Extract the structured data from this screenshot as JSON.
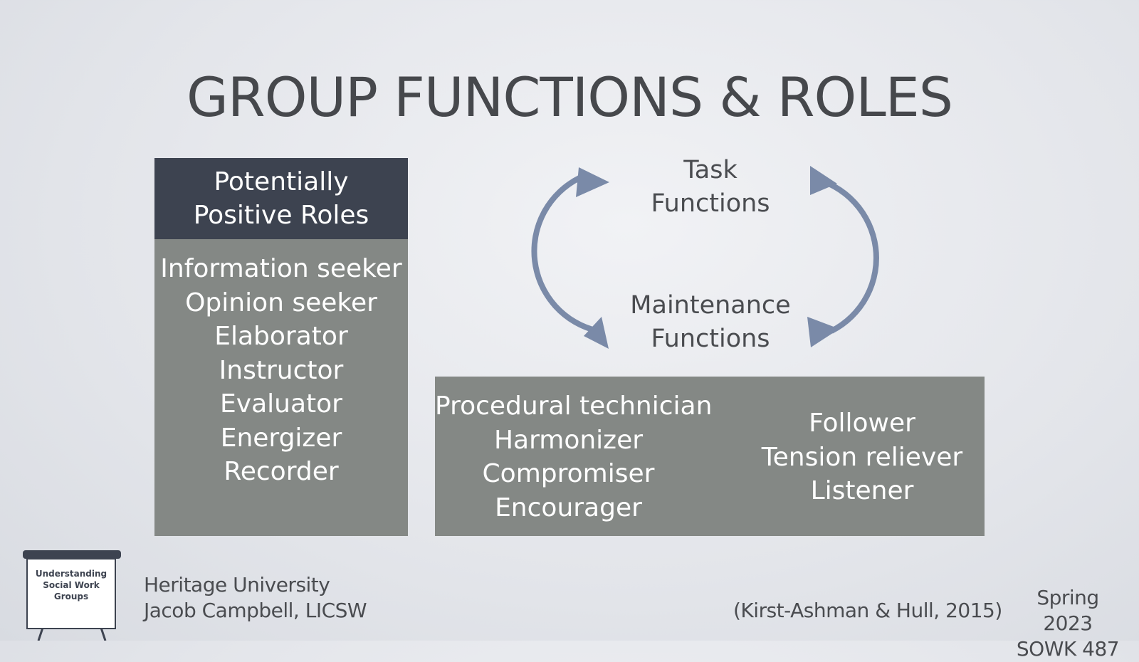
{
  "slide": {
    "title": "GROUP FUNCTIONS & ROLES",
    "left_panel": {
      "header": "Potentially Positive Roles",
      "roles": [
        "Information seeker",
        "Opinion seeker",
        "Elaborator",
        "Instructor",
        "Evaluator",
        "Energizer",
        "Recorder"
      ]
    },
    "cycle": {
      "top_label": [
        "Task",
        "Functions"
      ],
      "bottom_label": [
        "Maintenance",
        "Functions"
      ],
      "arrow_color": "#7a8aa8"
    },
    "bottom_panel": {
      "column_a": [
        "Procedural technician",
        "Harmonizer",
        "Compromiser",
        "Encourager"
      ],
      "column_b": [
        "Follower",
        "Tension reliever",
        "Listener"
      ]
    },
    "footer": {
      "logo_lines": [
        "Understanding",
        "Social Work",
        "Groups"
      ],
      "institution": "Heritage University",
      "author": "Jacob Campbell, LICSW",
      "citation": "(Kirst-Ashman & Hull, 2015)",
      "term": "Spring 2023",
      "course": "SOWK 487"
    },
    "colors": {
      "header_fill": "#3d4350",
      "panel_fill": "#848885",
      "text": "#4a4c50"
    }
  }
}
